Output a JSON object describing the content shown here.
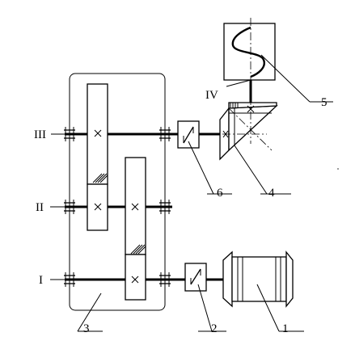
{
  "shaft_labels": {
    "shaft_1": "I",
    "shaft_2": "II",
    "shaft_3": "III",
    "shaft_4": "IV"
  },
  "callouts": {
    "c1": "1",
    "c2": "2",
    "c3": "3",
    "c4": "4",
    "c5": "5",
    "c6": "6"
  }
}
